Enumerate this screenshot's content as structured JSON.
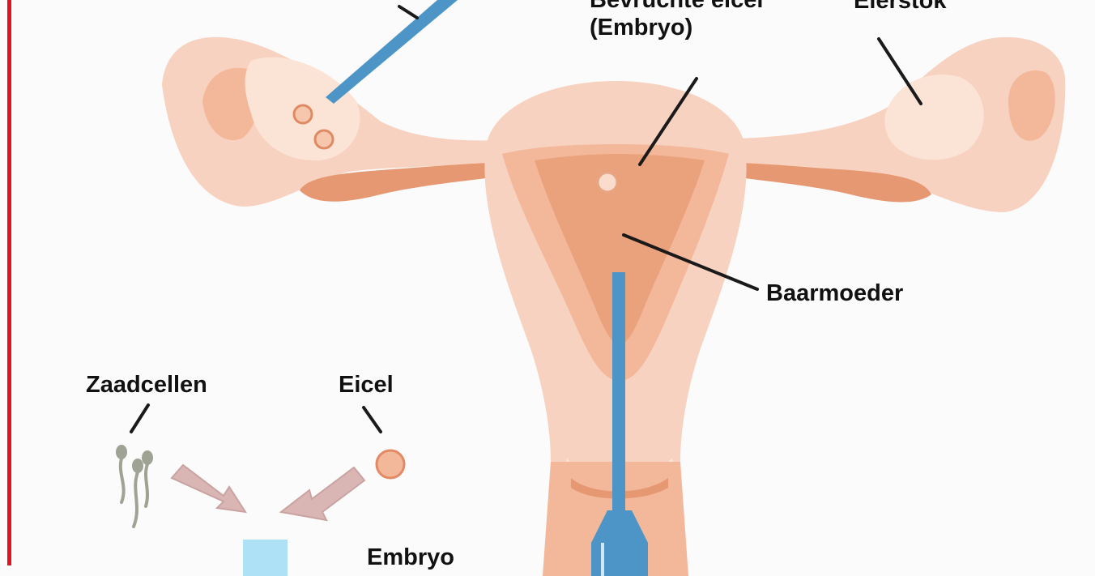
{
  "labels": {
    "fertilized_egg_line1": "Bevruchte eicel",
    "fertilized_egg_line2": "(Embryo)",
    "ovary": "Eierstok",
    "uterus": "Baarmoeder",
    "sperm_cells": "Zaadcellen",
    "egg_cell": "Eicel",
    "embryo": "Embryo"
  },
  "colors": {
    "red_rule": "#e0141e",
    "tissue_light": "#f8d2c0",
    "tissue_mid": "#f3b79a",
    "tissue_dark": "#e69873",
    "uterine_lining": "#e9a27c",
    "catheter_blue": "#4d95c6",
    "embryo_box": "#aee0f6",
    "arrow_mauve": "#d9b5b3",
    "sperm_grey": "#9ea394",
    "leader_line": "#1a1a1a"
  },
  "icons": [
    "ovary-left",
    "ovary-right",
    "uterus",
    "transfer-catheter",
    "needle",
    "sperm-cells",
    "egg-cell",
    "arrow",
    "embryo-box"
  ]
}
